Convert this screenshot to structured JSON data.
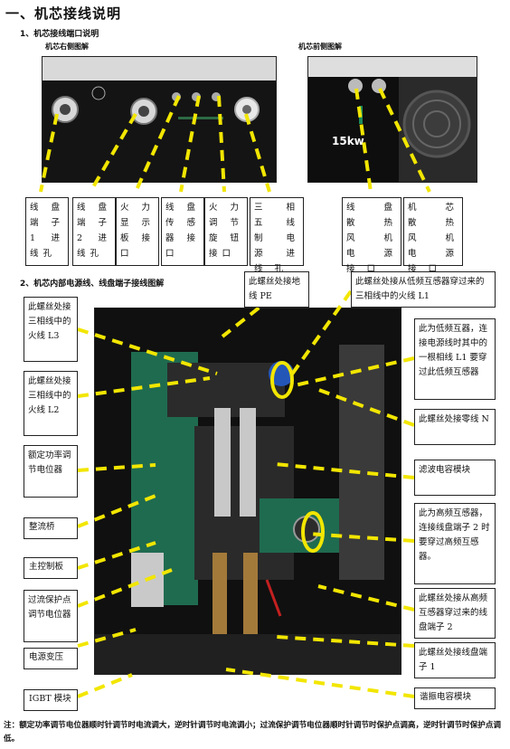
{
  "title": "一、机芯接线说明",
  "section1": {
    "heading": "1、机芯接线端口说明",
    "right_caption": "机芯右侧图解",
    "front_caption": "机芯前侧图解",
    "front_photo_label": "15kw"
  },
  "section2": {
    "heading": "2、机芯内部电源线、线盘端子接线图解"
  },
  "port_labels": [
    "线 盘 端子 1 进 线孔",
    "线 盘 端子 2 进 线孔",
    "火 力 显 示 板 接 口",
    "线 盘 传 感 器 接 口",
    "火 力 调 节 旋 钮 接口",
    "三 相 五 线 制 电 源 进 线 孔",
    "线 盘 散 热 风 机 电 源 接 口",
    "机 芯 散 热 风 机 电 源 接 口"
  ],
  "callouts": {
    "pe": "此螺丝处接地线 PE",
    "l1_top": "此螺丝处接从低频互感器穿过来的三相线中的火线 L1",
    "l3": "此螺丝处接三相线中的火线 L3",
    "l2": "此螺丝处接三相线中的火线 L2",
    "pot": "额定功率调节电位器",
    "bridge": "整流桥",
    "mainboard": "主控制板",
    "ocp": "过流保护点调节电位器",
    "transformer": "电源变压",
    "igbt": "IGBT 模块",
    "lowfreq": "此为低频互器，连接电源线时其中的一根相线 L1 要穿过此低频互感器",
    "neutral": "此螺丝处接零线 N",
    "filter": "滤波电容模块",
    "highfreq": "此为高频互感器，连接线盘端子 2 时要穿过高频互感器。",
    "coil2": "此螺丝处接从高频互感器穿过来的线盘端子 2",
    "coil1": "此螺丝处接线盘端子 1",
    "resonant": "谐振电容模块"
  },
  "note": "注：额定功率调节电位器顺时针调节时电流调大，逆时针调节时电流调小；过流保护调节电位器顺时针调节时保护点调高，逆时针调节时保护点调低。",
  "colors": {
    "arrow": "#f2e600",
    "photo_dark": "#151515"
  }
}
